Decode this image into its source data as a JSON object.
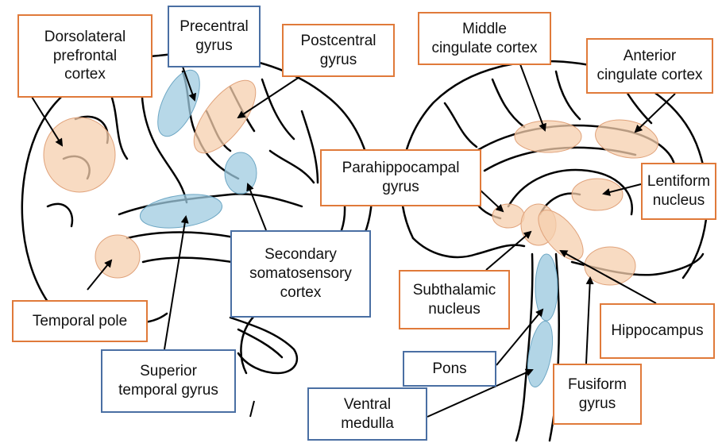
{
  "colors": {
    "orange_region": "#f5cfae",
    "orange_border": "#e07a3a",
    "blue_region": "#9fcbe0",
    "blue_border": "#4a6fa3",
    "line": "#000000"
  },
  "labels": {
    "dlpfc": "Dorsolateral\nprefrontal\ncortex",
    "precentral": "Precentral\ngyrus",
    "postcentral": "Postcentral\ngyrus",
    "middle_cingulate": "Middle\ncingulate cortex",
    "anterior_cingulate": "Anterior\ncingulate cortex",
    "parahippocampal": "Parahippocampal\ngyrus",
    "lentiform": "Lentiform\nnucleus",
    "secondary_somatosensory": "Secondary\nsomatosensory\ncortex",
    "temporal_pole": "Temporal pole",
    "subthalamic": "Subthalamic\nnucleus",
    "hippocampus": "Hippocampus",
    "superior_temporal": "Superior\ntemporal gyrus",
    "pons": "Pons",
    "fusiform": "Fusiform\ngyrus",
    "ventral_medulla": "Ventral\nmedulla"
  }
}
